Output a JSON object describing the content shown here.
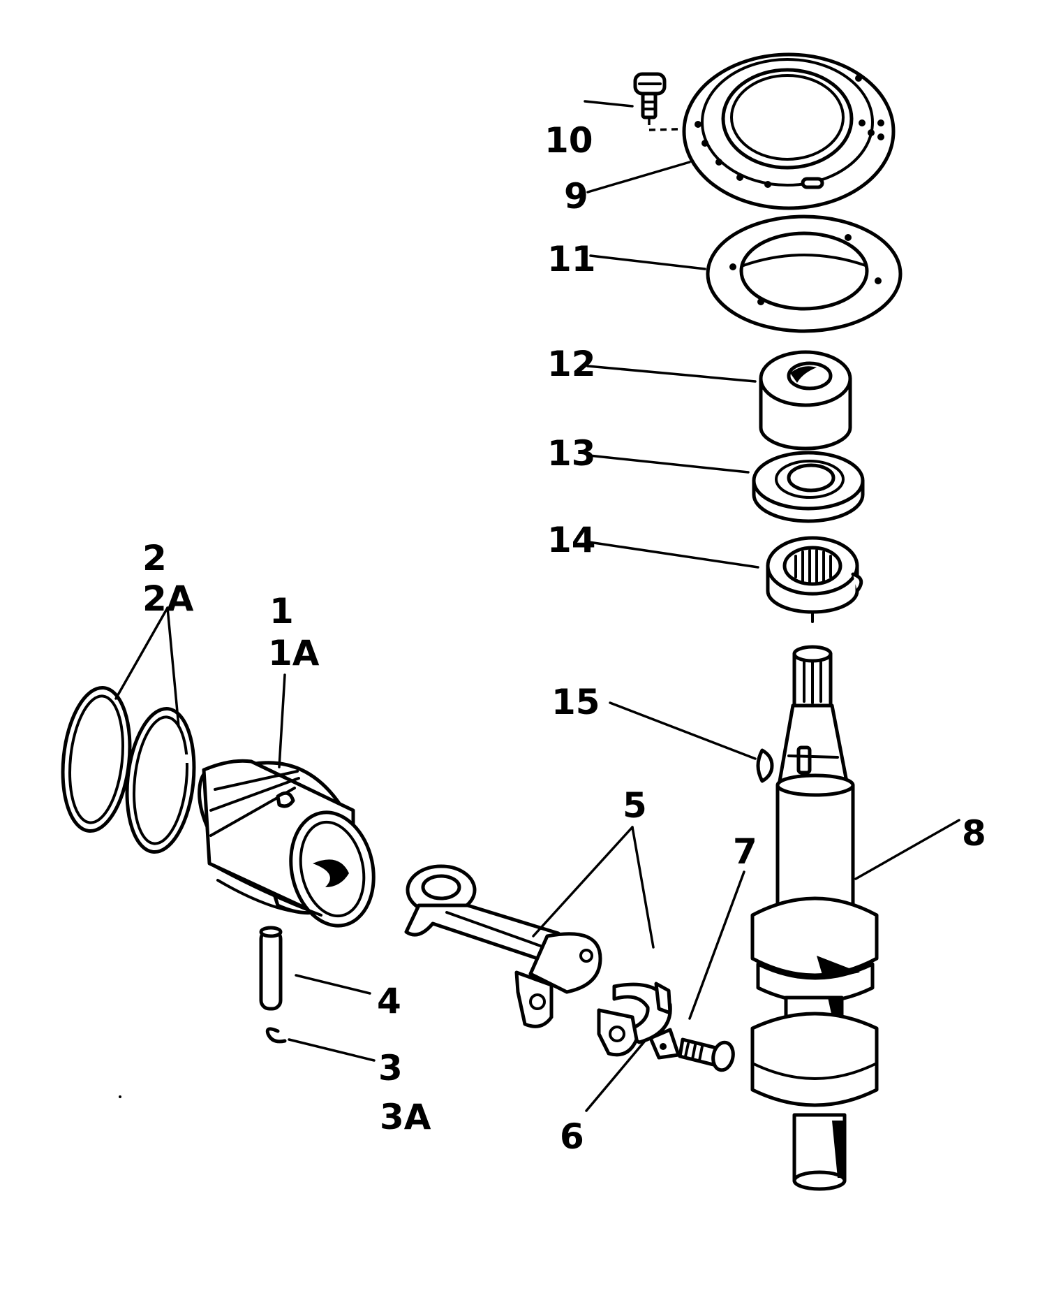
{
  "diagram": {
    "labels": {
      "p1": "1",
      "p1a": "1A",
      "p2": "2",
      "p2a": "2A",
      "p3": "3",
      "p3a": "3A",
      "p4": "4",
      "p5": "5",
      "p6": "6",
      "p7": "7",
      "p8": "8",
      "p9": "9",
      "p10": "10",
      "p11": "11",
      "p12": "12",
      "p13": "13",
      "p14": "14",
      "p15": "15"
    },
    "colors": {
      "ink": "#000000",
      "paper": "#ffffff"
    }
  }
}
